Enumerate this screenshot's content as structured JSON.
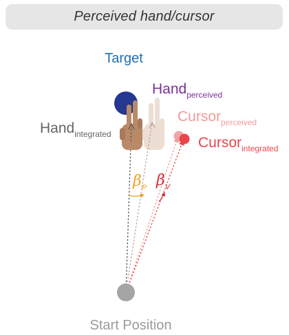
{
  "header": {
    "title": "Perceived hand/cursor"
  },
  "labels": {
    "target": "Target",
    "hand_perceived_main": "Hand",
    "hand_perceived_sub": "perceived",
    "hand_integrated_main": "Hand",
    "hand_integrated_sub": "integrated",
    "cursor_perceived_main": "Cursor",
    "cursor_perceived_sub": "perceived",
    "cursor_integrated_main": "Cursor",
    "cursor_integrated_sub": "integrated",
    "beta_p_symbol": "β",
    "beta_p_sub": "P",
    "beta_v_symbol": "β",
    "beta_v_sub": "V",
    "start_position": "Start Position"
  },
  "colors": {
    "target": "#1f6fb3",
    "target_circle": "#25378f",
    "hand_perceived": "#7b2f9c",
    "hand_integrated": "#666666",
    "cursor_perceived": "#f29a9a",
    "cursor_integrated": "#e8454d",
    "beta_p": "#f0a020",
    "beta_v": "#d8262e",
    "start": "#a5a5a8",
    "start_label": "#9a9a9a",
    "header_bg": "#e6e6e6"
  }
}
